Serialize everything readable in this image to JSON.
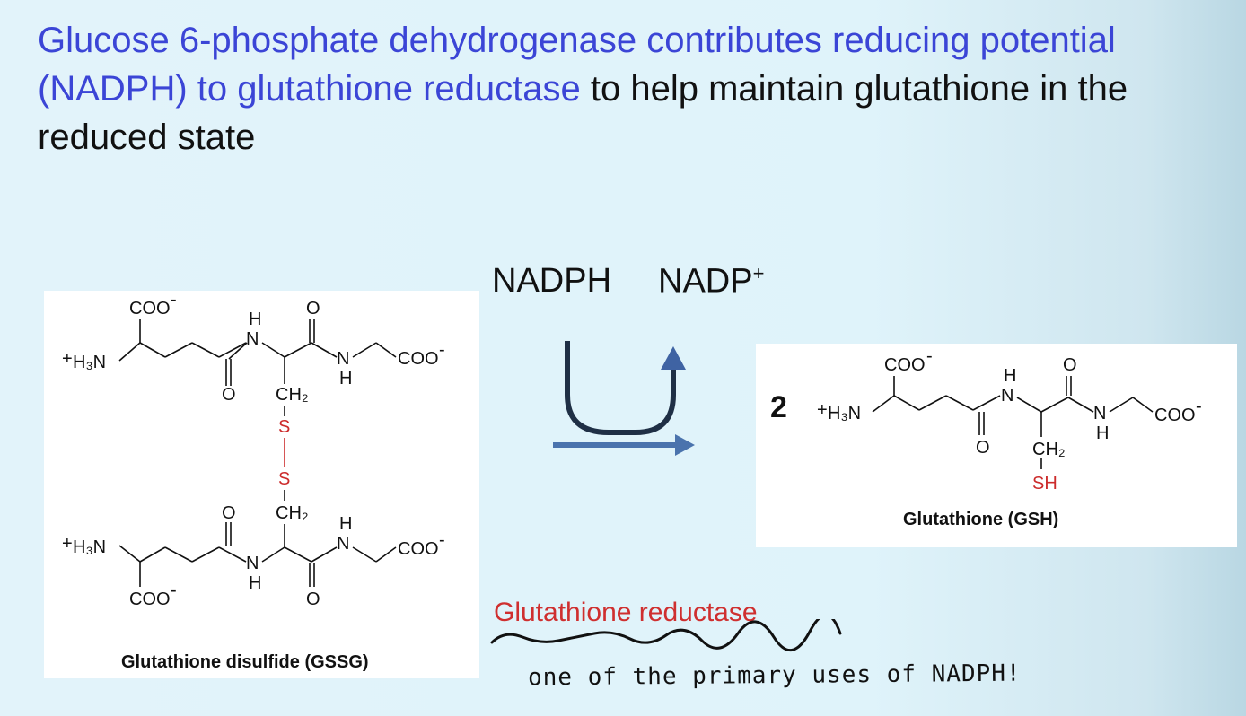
{
  "title": {
    "blue_part": "Glucose 6-phosphate dehydrogenase contributes reducing potential (NADPH) to glutathione reductase",
    "black_part": " to help maintain glutathione in the reduced state"
  },
  "cofactors": {
    "left": "NADPH",
    "right": "NADP",
    "right_charge": "+"
  },
  "gssg": {
    "caption": "Glutathione disulfide (GSSG)",
    "nh3": "H₃N",
    "nh3_charge": "+",
    "coo": "COO",
    "coo_charge": "-",
    "h": "H",
    "n": "N",
    "o": "O",
    "ch2": "CH₂",
    "s": "S"
  },
  "gsh": {
    "coefficient": "2",
    "caption": "Glutathione (GSH)",
    "nh3": "H₃N",
    "nh3_charge": "+",
    "coo": "COO",
    "coo_charge": "-",
    "h": "H",
    "n": "N",
    "o": "O",
    "ch2": "CH₂",
    "sh": "SH"
  },
  "enzyme_label": "Glutathione reductase",
  "handwritten_note": "one of the primary uses of NADPH!",
  "colors": {
    "title_blue": "#3b45d6",
    "enzyme_red": "#cf2f2f",
    "sulfur_red": "#cc2b2b",
    "arrow_dark": "#1f2f45",
    "arrow_light": "#4a73ad",
    "arrowhead": "#3f63a3"
  }
}
